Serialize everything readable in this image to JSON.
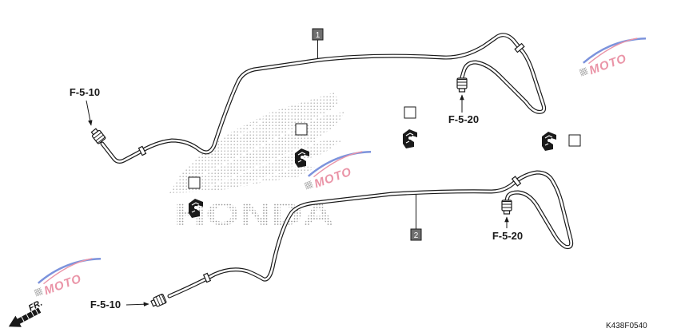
{
  "references": {
    "upper_front": "F-5-10",
    "upper_rear": "F-5-20",
    "lower_rear": "F-5-20",
    "lower_front": "F-5-10"
  },
  "callouts": {
    "upper_pipe": "1",
    "lower_pipe": "2"
  },
  "direction": "FR.",
  "figure_code": "K438F0540",
  "watermarks": {
    "brand": "HONDA",
    "logo": "MOTO"
  },
  "colors": {
    "line": "#1a1a1a",
    "callout_fill": "#707070",
    "watermark_dots": "#b5b5b5",
    "logo_pink": "#e57a92",
    "logo_blue": "#5c79d4"
  }
}
